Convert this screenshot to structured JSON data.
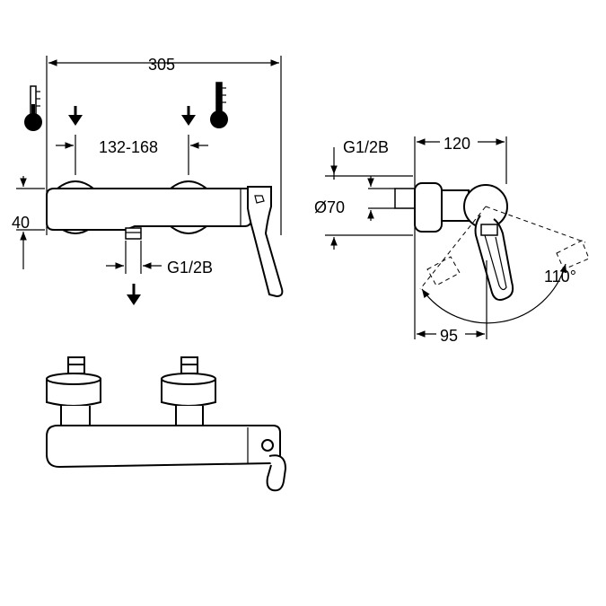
{
  "dimensions": {
    "overall_width": "305",
    "inlet_spacing": "132-168",
    "height_offset": "40",
    "outlet_thread": "G1/2B",
    "side_thread": "G1/2B",
    "depth": "120",
    "rosette_diameter": "Ø70",
    "lever_offset": "95",
    "lever_angle": "110°"
  },
  "icons": {
    "cold_supply": "thermometer-cold-icon",
    "hot_supply": "thermometer-hot-icon",
    "inlet_arrow": "arrow-down-icon",
    "outlet_arrow": "arrow-down-icon"
  }
}
